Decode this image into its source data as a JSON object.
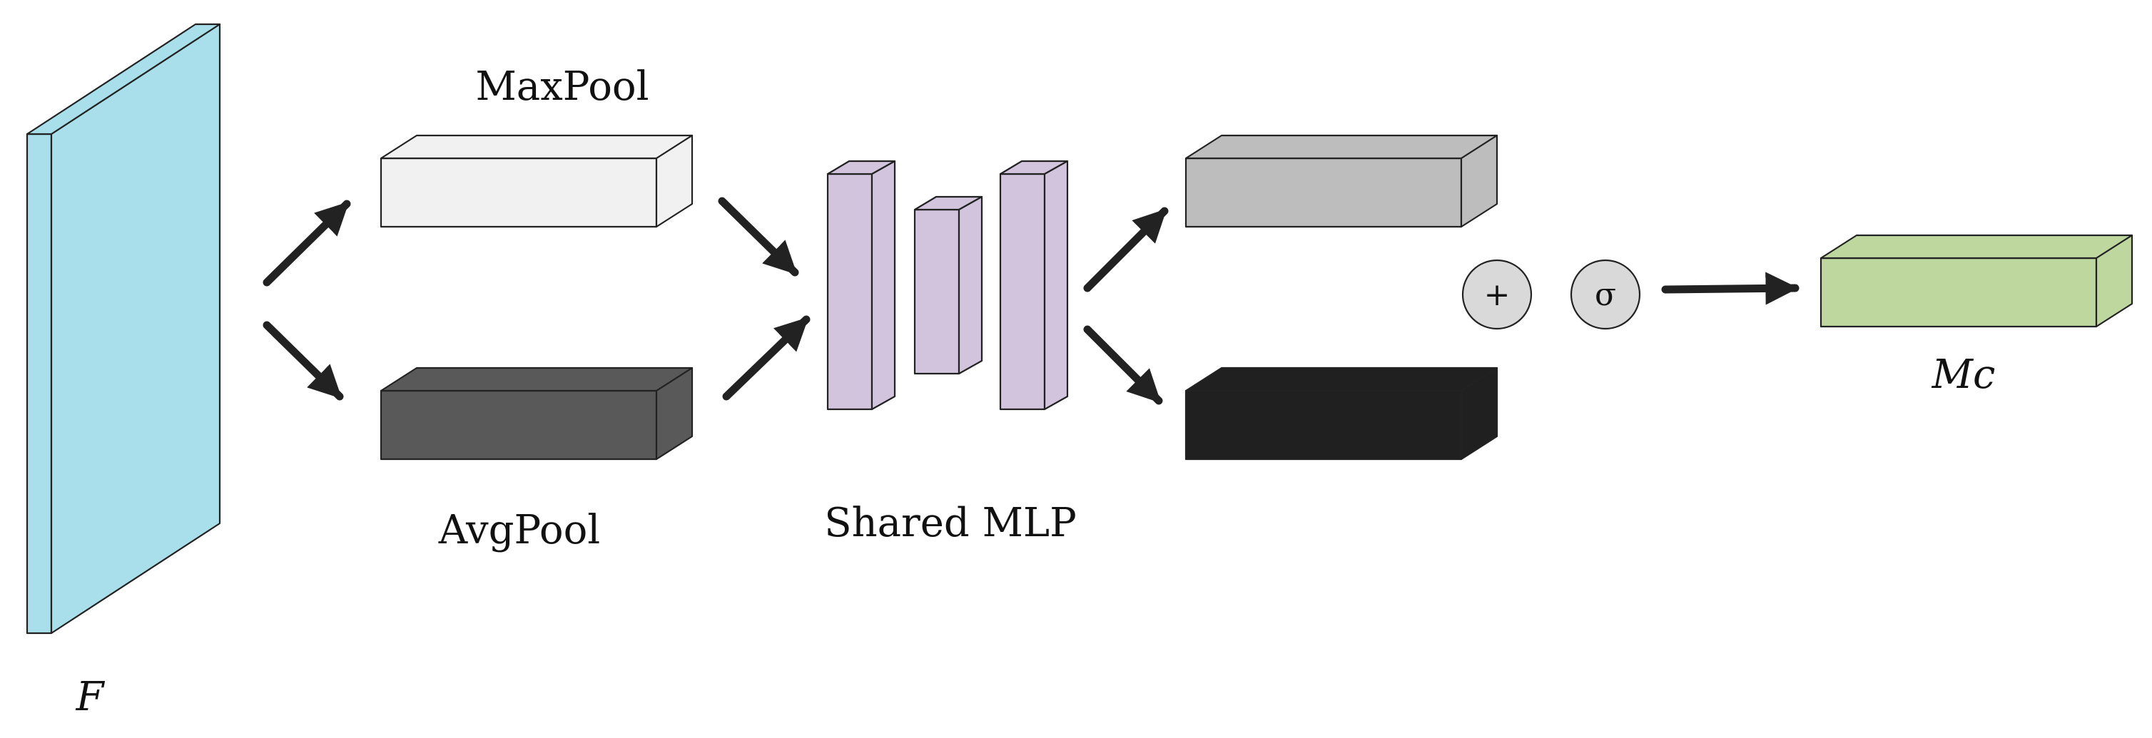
{
  "labels": {
    "input": "F",
    "maxpool": "MaxPool",
    "avgpool": "AvgPool",
    "shared_mlp": "Shared MLP",
    "output": "Mc"
  },
  "operators": {
    "add": "+",
    "sigmoid": "σ"
  },
  "colors": {
    "input_tensor": "#a8dfea",
    "maxpool_tensor": "#f1f1f1",
    "avgpool_tensor": "#595959",
    "mlp_layers": "#d3c4de",
    "mlp_max_output": "#bdbdbd",
    "mlp_avg_output": "#202020",
    "operator_circle": "#d9d9d9",
    "output_tensor": "#bdd79f",
    "arrows": "#222222"
  }
}
